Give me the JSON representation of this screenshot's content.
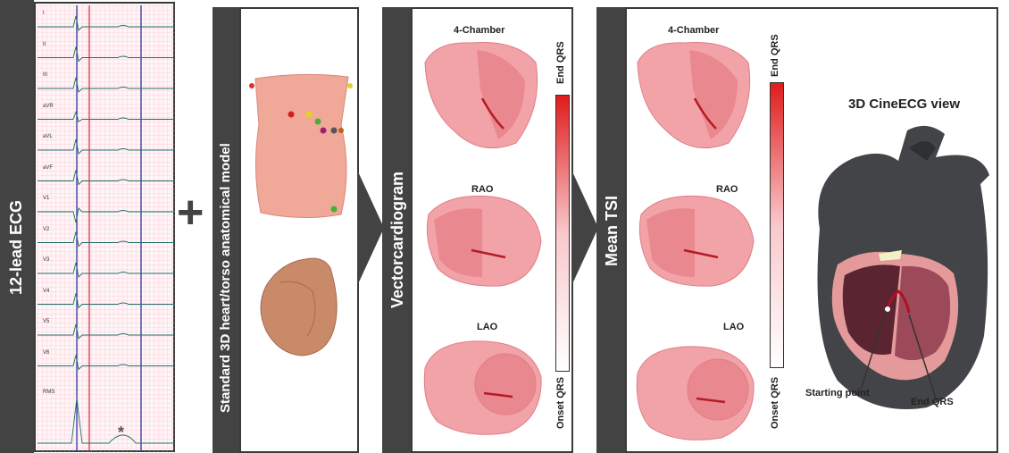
{
  "panels": {
    "ecg_title": "12-lead ECG",
    "model_title": "Standard 3D heart/torso anatomical model",
    "vcg_title": "Vectorcardiogram",
    "tsi_title": "Mean TSI"
  },
  "ecg": {
    "leads": [
      "I",
      "II",
      "III",
      "aVR",
      "aVL",
      "aVF",
      "V1",
      "V2",
      "V3",
      "V4",
      "V5",
      "V6"
    ],
    "rms_label": "RMS",
    "asterisk": "*"
  },
  "views": {
    "four_chamber": "4-Chamber",
    "rao": "RAO",
    "lao": "LAO"
  },
  "colorbar": {
    "end": "End QRS",
    "onset": "Onset QRS"
  },
  "cine": {
    "title": "3D CineECG view",
    "starting_point": "Starting point",
    "end_qrs": "End QRS"
  },
  "plus": "+"
}
